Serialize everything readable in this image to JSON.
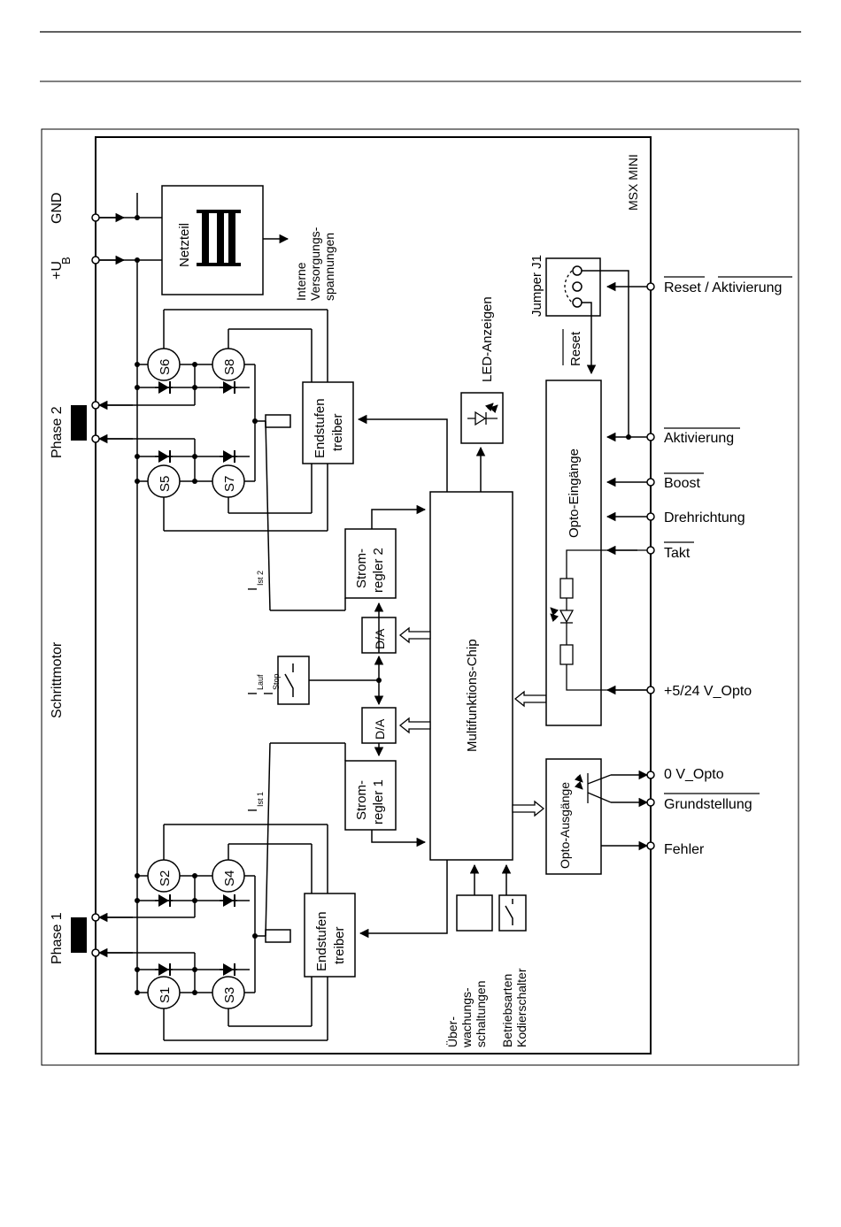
{
  "device_title": "MSX MINI",
  "power": {
    "gnd": "GND",
    "ub_main": "+U",
    "ub_sub": "B",
    "netzteil": "Netzteil",
    "internal_supply": [
      "Interne",
      "Versorgungs-",
      "spannungen"
    ]
  },
  "motor": {
    "label": "Schrittmotor",
    "phase1": "Phase 1",
    "phase2": "Phase 2"
  },
  "switches": [
    "S1",
    "S2",
    "S3",
    "S4",
    "S5",
    "S6",
    "S7",
    "S8"
  ],
  "drivers": {
    "top": [
      "Endstufen",
      "treiber"
    ],
    "bottom": [
      "Endstufen",
      "treiber"
    ]
  },
  "regulators": {
    "r2": [
      "Strom-",
      "regler 2"
    ],
    "r1": [
      "Strom-",
      "regler 1"
    ]
  },
  "dac_label": "D/A",
  "currents": {
    "ist": "I",
    "ist2_sub": "Ist 2",
    "ist1_sub": "Ist 1",
    "lauf_sub": "Lauf",
    "stop_sub": "Stop"
  },
  "chip": "Multifunktions-Chip",
  "led": "LED-Anzeigen",
  "opto_in": "Opto-Eingänge",
  "opto_out": "Opto-Ausgänge",
  "jumper": "Jumper J1",
  "reset": "Reset",
  "monitor": [
    "Über-",
    "wachungs-",
    "schaltungen"
  ],
  "mode_switch": [
    "Betriebsarten",
    "Kodierschalter"
  ],
  "terminals": {
    "reset_akt": "Reset / Aktivierung",
    "aktivierung": "Aktivierung",
    "boost": "Boost",
    "drehrichtung": "Drehrichtung",
    "takt": "Takt",
    "v_opto": "+5/24 V_Opto",
    "zero_v_opto": "0 V_Opto",
    "grundstellung": "Grundstellung",
    "fehler": "Fehler"
  }
}
